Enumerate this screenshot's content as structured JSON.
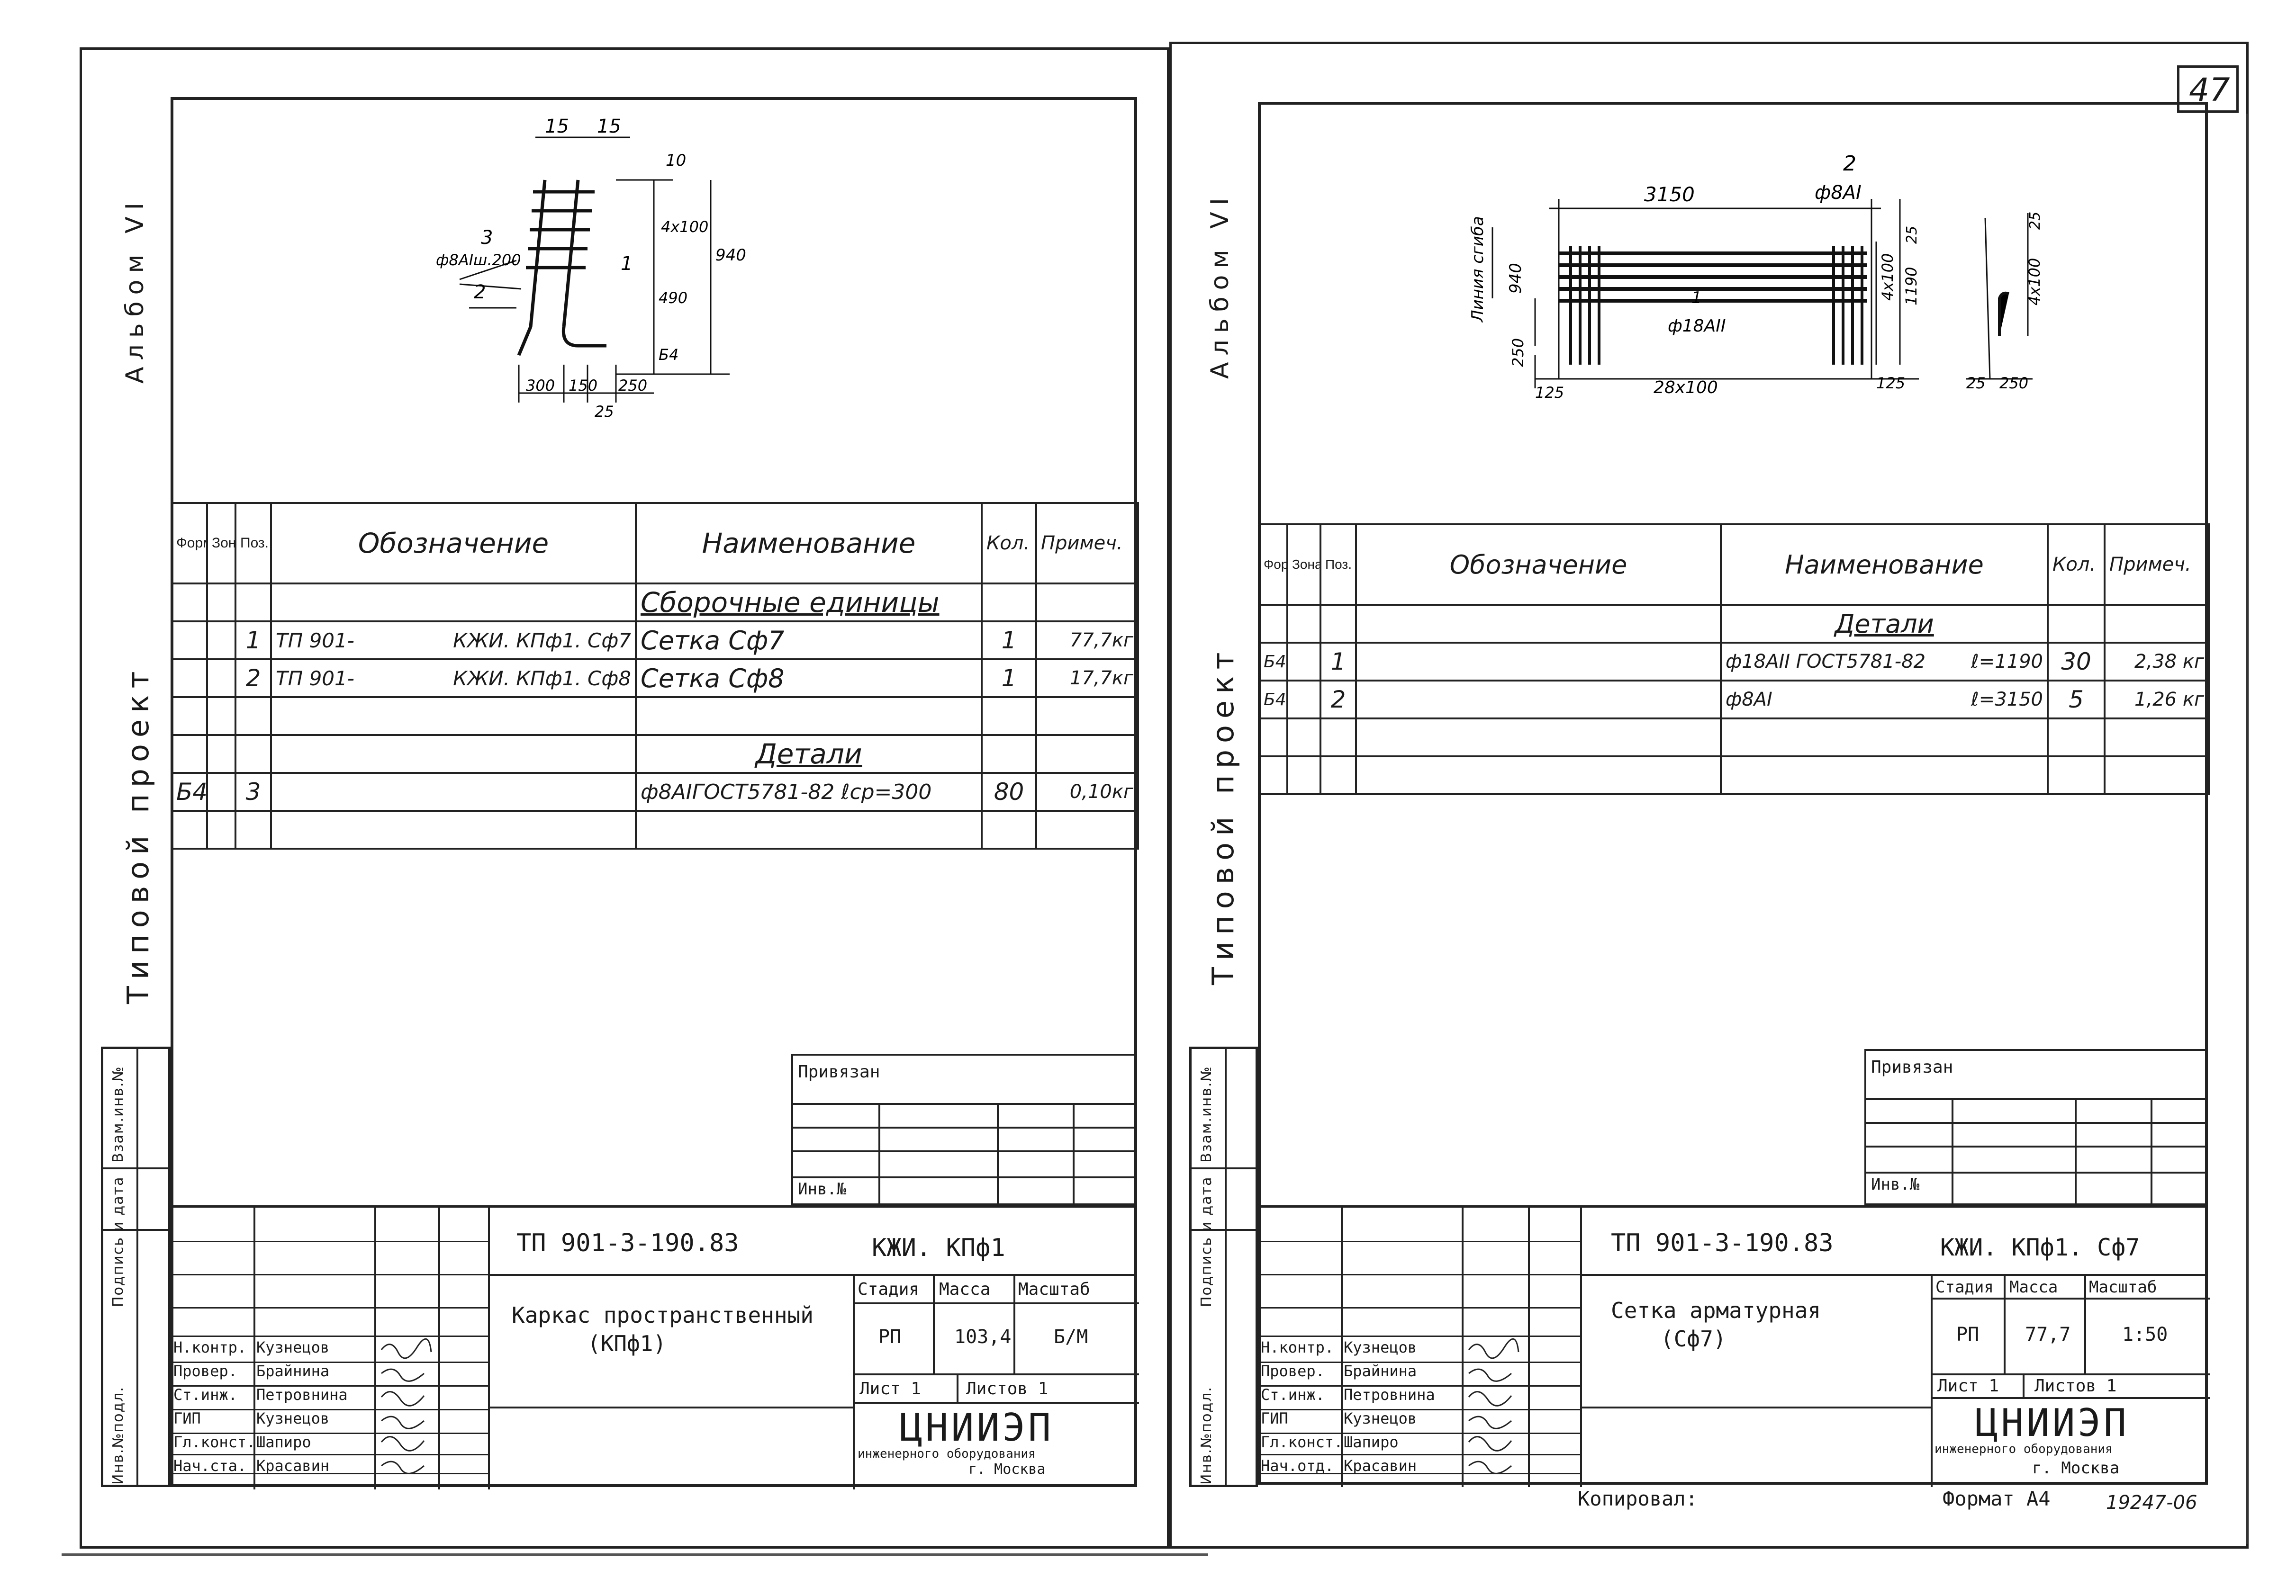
{
  "page_number": "47",
  "left": {
    "side_album": "Альбом VI",
    "side_project": "Типовой проект",
    "side_stamp": [
      "Инв.№подл.",
      "Подпись и дата",
      "Взам.инв.№"
    ],
    "drawing_labels": {
      "dim_15a": "15",
      "dim_15b": "15",
      "dim_10": "10",
      "pos3": "3",
      "pos3_bar": "ф8АIш.200",
      "pos2": "2",
      "pos1": "1",
      "dim_4x100": "4х100",
      "dim_940": "940",
      "dim_490": "490",
      "dim_b4": "Б4",
      "dim_300": "300",
      "dim_150": "150",
      "dim_250": "250",
      "dim_25": "25"
    },
    "spec": {
      "headers": [
        "Формат",
        "Зона",
        "Поз.",
        "Обозначение",
        "Наименование",
        "Кол.",
        "Примеч."
      ],
      "rows": [
        {
          "fmt": "",
          "zone": "",
          "pos": "",
          "des_a": "",
          "des_b": "",
          "name": "Сборочные единицы",
          "qty": "",
          "note": "",
          "underline": true
        },
        {
          "fmt": "",
          "zone": "",
          "pos": "1",
          "des_a": "ТП 901-",
          "des_b": "КЖИ. КПф1. Сф7",
          "name": "Сетка Сф7",
          "qty": "1",
          "note": "77,7кг",
          "underline": false
        },
        {
          "fmt": "",
          "zone": "",
          "pos": "2",
          "des_a": "ТП 901-",
          "des_b": "КЖИ. КПф1. Сф8",
          "name": "Сетка Сф8",
          "qty": "1",
          "note": "17,7кг",
          "underline": false
        },
        {
          "fmt": "",
          "zone": "",
          "pos": "",
          "des_a": "",
          "des_b": "",
          "name": "",
          "qty": "",
          "note": "",
          "underline": false
        },
        {
          "fmt": "",
          "zone": "",
          "pos": "",
          "des_a": "",
          "des_b": "",
          "name": "Детали",
          "qty": "",
          "note": "",
          "underline": true
        },
        {
          "fmt": "Б4",
          "zone": "",
          "pos": "3",
          "des_a": "",
          "des_b": "",
          "name": "ф8АIГОСТ5781-82 ℓсp=300",
          "qty": "80",
          "note": "0,10кг",
          "underline": false
        },
        {
          "fmt": "",
          "zone": "",
          "pos": "",
          "des_a": "",
          "des_b": "",
          "name": "",
          "qty": "",
          "note": "",
          "underline": false
        }
      ]
    },
    "privyazan": "Привязан",
    "inv_no": "Инв.№",
    "title_block": {
      "doc_code": "ТП 901-3-190.83",
      "mark": "КЖИ. КПф1",
      "title_line1": "Каркас пространственный",
      "title_line2": "(КПф1)",
      "stage_h": "Стадия",
      "mass_h": "Масса",
      "scale_h": "Масштаб",
      "stage": "РП",
      "mass": "103,4",
      "scale": "Б/М",
      "sheet": "Лист 1",
      "sheets": "Листов 1",
      "org": "ЦНИИЭП",
      "org_sub": "инженерного оборудования",
      "city": "г. Москва",
      "people": [
        {
          "role": "Н.контр.",
          "name": "Кузнецов"
        },
        {
          "role": "Провер.",
          "name": "Брайнина"
        },
        {
          "role": "Ст.инж.",
          "name": "Петровнина"
        },
        {
          "role": "ГИП",
          "name": "Кузнецов"
        },
        {
          "role": "Гл.конст.",
          "name": "Шапиро"
        },
        {
          "role": "Нач.ста.",
          "name": "Красавин"
        }
      ]
    }
  },
  "right": {
    "side_album": "Альбом VI",
    "side_project": "Типовой проект",
    "side_stamp": [
      "Инв.№подл.",
      "Подпись и дата",
      "Взам.инв.№"
    ],
    "drawing_labels": {
      "pos2": "2",
      "bar2": "ф8АI",
      "dim_3150": "3150",
      "line_bend": "Линия сгиба",
      "dim_940": "940",
      "dim_250": "250",
      "pos1": "1",
      "bar1": "ф18АII",
      "dim_4x100": "4х100",
      "dim_1190": "1190",
      "dim_25a": "25",
      "dim_125a": "125",
      "dim_28x100": "28х100",
      "dim_125b": "125",
      "dim_25b": "25",
      "dim_250b": "250",
      "dim_4x100b": "4х100",
      "dim_25c": "25"
    },
    "spec": {
      "headers": [
        "Формат",
        "Зона",
        "Поз.",
        "Обозначение",
        "Наименование",
        "Кол.",
        "Примеч."
      ],
      "rows": [
        {
          "fmt": "",
          "zone": "",
          "pos": "",
          "des": "",
          "name_a": "Детали",
          "name_b": "",
          "qty": "",
          "note": "",
          "underline": true
        },
        {
          "fmt": "Б4",
          "zone": "",
          "pos": "1",
          "des": "",
          "name_a": "ф18АII ГОСТ5781-82",
          "name_b": "ℓ=1190",
          "qty": "30",
          "note": "2,38 кг",
          "underline": false
        },
        {
          "fmt": "Б4",
          "zone": "",
          "pos": "2",
          "des": "",
          "name_a": "ф8АI",
          "name_b": "ℓ=3150",
          "qty": "5",
          "note": "1,26 кг",
          "underline": false
        },
        {
          "fmt": "",
          "zone": "",
          "pos": "",
          "des": "",
          "name_a": "",
          "name_b": "",
          "qty": "",
          "note": "",
          "underline": false
        },
        {
          "fmt": "",
          "zone": "",
          "pos": "",
          "des": "",
          "name_a": "",
          "name_b": "",
          "qty": "",
          "note": "",
          "underline": false
        }
      ]
    },
    "privyazan": "Привязан",
    "inv_no": "Инв.№",
    "title_block": {
      "doc_code": "ТП 901-3-190.83",
      "mark": "КЖИ. КПф1. Сф7",
      "title_line1": "Сетка арматурная",
      "title_line2": "(Сф7)",
      "stage_h": "Стадия",
      "mass_h": "Масса",
      "scale_h": "Масштаб",
      "stage": "РП",
      "mass": "77,7",
      "scale": "1:50",
      "sheet": "Лист 1",
      "sheets": "Листов 1",
      "org": "ЦНИИЭП",
      "org_sub": "инженерного оборудования",
      "city": "г. Москва",
      "people": [
        {
          "role": "Н.контр.",
          "name": "Кузнецов"
        },
        {
          "role": "Провер.",
          "name": "Брайнина"
        },
        {
          "role": "Ст.инж.",
          "name": "Петровнина"
        },
        {
          "role": "ГИП",
          "name": "Кузнецов"
        },
        {
          "role": "Гл.конст.",
          "name": "Шапиро"
        },
        {
          "role": "Нач.отд.",
          "name": "Красавин"
        }
      ]
    },
    "kopiroval": "Копировал:",
    "format": "Формат А4",
    "archive_no": "19247-06"
  }
}
